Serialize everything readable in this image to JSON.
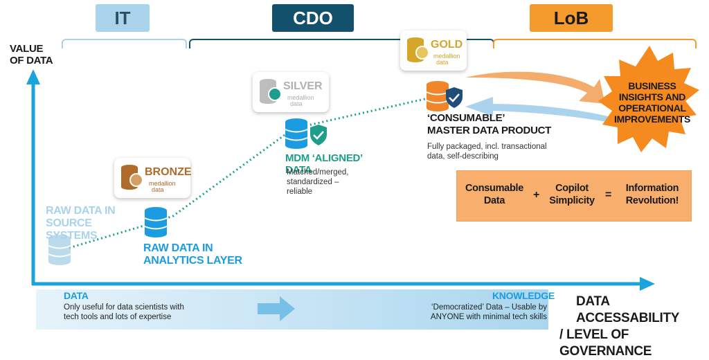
{
  "headers": {
    "it": "IT",
    "cdo": "CDO",
    "lob": "LoB"
  },
  "axes": {
    "y_label_1": "VALUE",
    "y_label_2": "OF DATA",
    "x_label_1": "DATA ACCESSABILITY",
    "x_label_2": "/ LEVEL OF GOVERNANCE"
  },
  "stages": {
    "raw_source": {
      "label_1": "RAW DATA IN",
      "label_2": "SOURCE",
      "label_3": "SYSTEMS"
    },
    "raw_analytics": {
      "label_1": "RAW DATA IN",
      "label_2": "ANALYTICS LAYER"
    },
    "mdm": {
      "label_1": "MDM ‘ALIGNED’",
      "label_2": "DATA",
      "desc_1": "Matched/merged,",
      "desc_2": "standardized –",
      "desc_3": "reliable"
    },
    "consumable": {
      "label_1": "‘CONSUMABLE’",
      "label_2": "MASTER DATA PRODUCT",
      "desc_1": "Fully packaged, incl. transactional",
      "desc_2": "data, self-describing"
    }
  },
  "badges": {
    "bronze": {
      "title": "BRONZE",
      "sub_1": "medallion",
      "sub_2": "data"
    },
    "silver": {
      "title": "SILVER",
      "sub_1": "medallion",
      "sub_2": "data"
    },
    "gold": {
      "title": "GOLD",
      "sub_1": "medallion",
      "sub_2": "data"
    }
  },
  "starburst": {
    "line_1": "BUSINESS",
    "line_2": "INSIGHTS AND",
    "line_3": "OPERATIONAL",
    "line_4": "IMPROVEMENTS"
  },
  "equation": {
    "term_1_a": "Consumable",
    "term_1_b": "Data",
    "plus": "+",
    "term_2_a": "Copilot",
    "term_2_b": "Simplicity",
    "equals": "=",
    "term_3_a": "Information",
    "term_3_b": "Revolution!"
  },
  "bottom": {
    "left_title": "DATA",
    "left_desc_1": "Only useful for data scientists with",
    "left_desc_2": "tech tools and lots of expertise",
    "right_title": "KNOWLEDGE",
    "right_desc_1": "‘Democratized’ Data –  Usable by",
    "right_desc_2": "ANYONE with minimal tech skills"
  },
  "colors": {
    "it": "#a9d3ea",
    "cdo": "#13506b",
    "lob": "#f59a2c",
    "axis": "#1aa3dd",
    "db_blue": "#1b9be0",
    "db_orange": "#f0852a",
    "teal": "#1e9e8a",
    "gold": "#d4a62a",
    "bronze": "#b06a2a",
    "silver": "#b8b8b8"
  }
}
